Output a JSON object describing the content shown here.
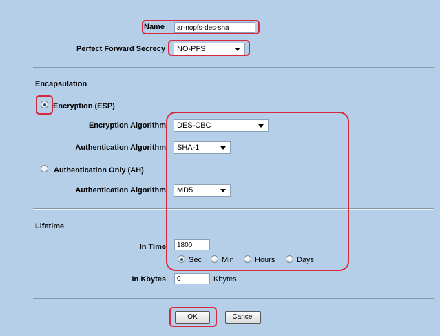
{
  "form": {
    "name_label": "Name",
    "name_value": "ar-nopfs-des-sha",
    "pfs_label": "Perfect Forward Secrecy",
    "pfs_value": "NO-PFS",
    "encapsulation_heading": "Encapsulation",
    "esp_label": "Encryption (ESP)",
    "esp_selected": true,
    "enc_algo_label": "Encryption Algorithm",
    "enc_algo_value": "DES-CBC",
    "auth_algo_label": "Authentication Algorithm",
    "auth_algo_value": "SHA-1",
    "ah_label": "Authentication Only (AH)",
    "ah_selected": false,
    "ah_auth_algo_label": "Authentication Algorithm",
    "ah_auth_algo_value": "MD5",
    "lifetime_heading": "Lifetime",
    "in_time_label": "In Time",
    "in_time_value": "1800",
    "time_units": [
      {
        "label": "Sec",
        "selected": true
      },
      {
        "label": "Min",
        "selected": false
      },
      {
        "label": "Hours",
        "selected": false
      },
      {
        "label": "Days",
        "selected": false
      }
    ],
    "in_kbytes_label": "In Kbytes",
    "in_kbytes_value": "0",
    "kbytes_unit": "Kbytes"
  },
  "buttons": {
    "ok_label": "OK",
    "cancel_label": "Cancel"
  },
  "colors": {
    "background": "#b5cfe9",
    "highlight": "#d8283c"
  }
}
